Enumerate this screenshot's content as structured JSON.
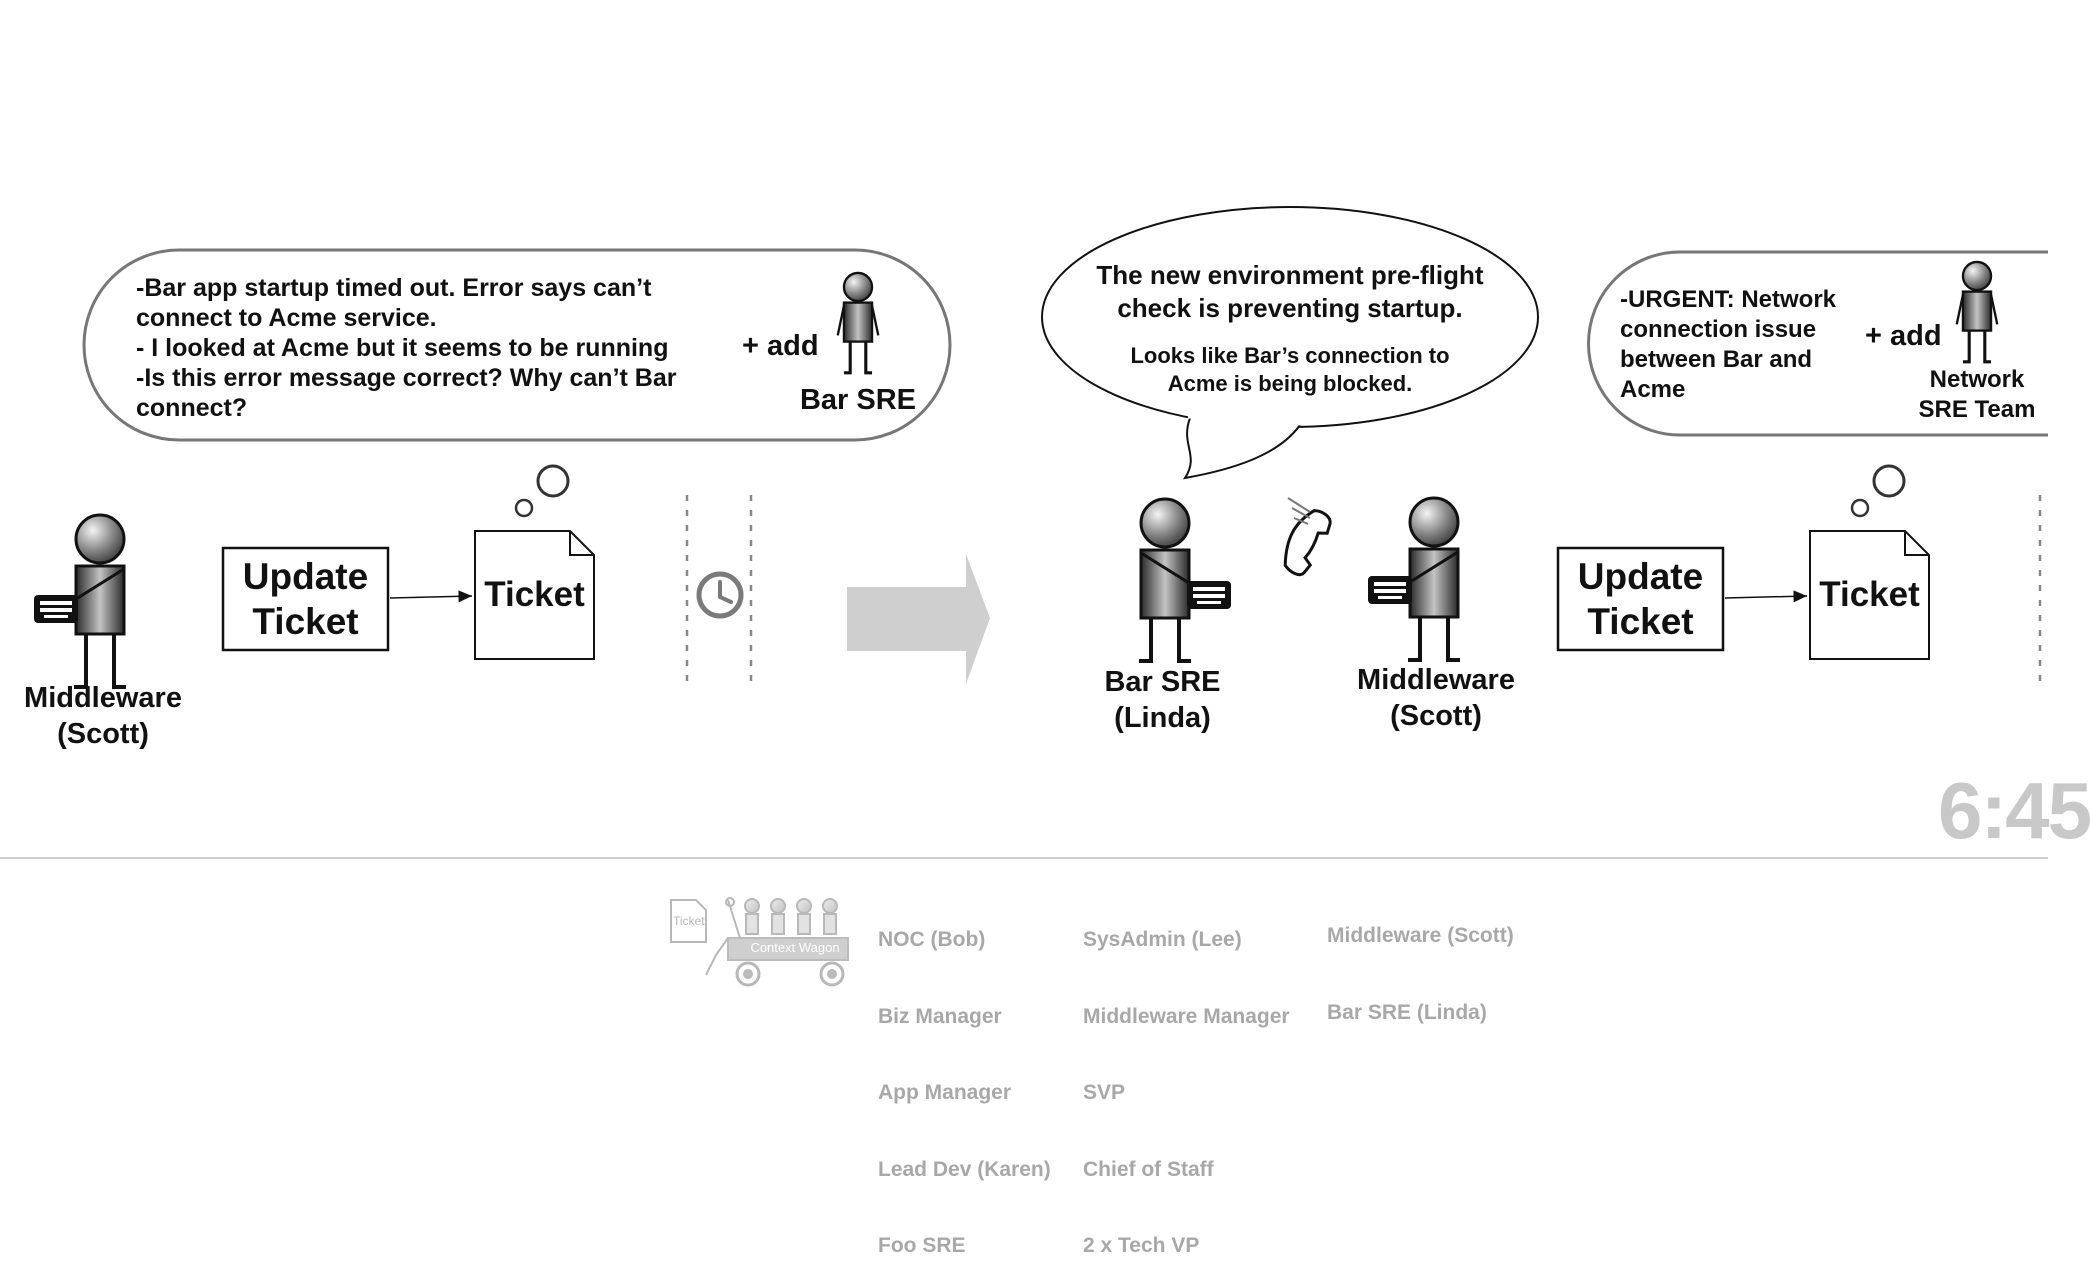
{
  "colors": {
    "ink": "#111111",
    "grey_arrow": "#cfcfcf",
    "legend_grey": "#a8a8a8",
    "clock_grey": "#7a7a7a"
  },
  "scene1": {
    "bubble_lines": [
      "-Bar app startup timed out. Error says can’t",
      "connect to Acme service.",
      "- I looked at Acme but it seems to be running",
      "-Is this error message correct? Why can’t Bar",
      "connect?"
    ],
    "add_label": "+ add",
    "added_person": "Bar SRE",
    "person_label_line1": "Middleware",
    "person_label_line2": "(Scott)",
    "update_line1": "Update",
    "update_line2": "Ticket",
    "ticket_label": "Ticket",
    "icons": {
      "person": "stick-person-icon",
      "keyboard": "keyboard-icon",
      "thought": "thought-bubble-icon",
      "clock": "clock-icon"
    }
  },
  "scene2": {
    "speech_line1": "The new environment pre-flight",
    "speech_line2": "check is preventing startup.",
    "speech_sub1": "Looks like Bar’s connection to",
    "speech_sub2": "Acme is being blocked.",
    "person1_line1": "Bar SRE",
    "person1_line2": "(Linda)",
    "person2_line1": "Middleware",
    "person2_line2": "(Scott)",
    "update_line1": "Update",
    "update_line2": "Ticket",
    "ticket_label": "Ticket",
    "bubble_lines": [
      "-URGENT: Network",
      "connection issue",
      "between Bar and",
      "Acme"
    ],
    "add_label": "+ add",
    "added_person_line1": "Network",
    "added_person_line2": "SRE Team",
    "icons": {
      "phone": "phone-ringing-icon",
      "arrow": "right-arrow-icon"
    }
  },
  "timer": "6:45",
  "legend": {
    "wagon_ticket": "Ticket",
    "wagon_label": "Context Wagon",
    "col1": [
      "NOC (Bob)",
      "Biz Manager",
      "App Manager",
      "Lead Dev (Karen)",
      "Foo SRE"
    ],
    "col2": [
      "SysAdmin (Lee)",
      "Middleware Manager",
      "SVP",
      "Chief of Staff",
      "2 x Tech VP"
    ],
    "col3": [
      "Middleware (Scott)",
      "Bar SRE (Linda)"
    ],
    "icons": {
      "wagon": "context-wagon-icon"
    }
  }
}
